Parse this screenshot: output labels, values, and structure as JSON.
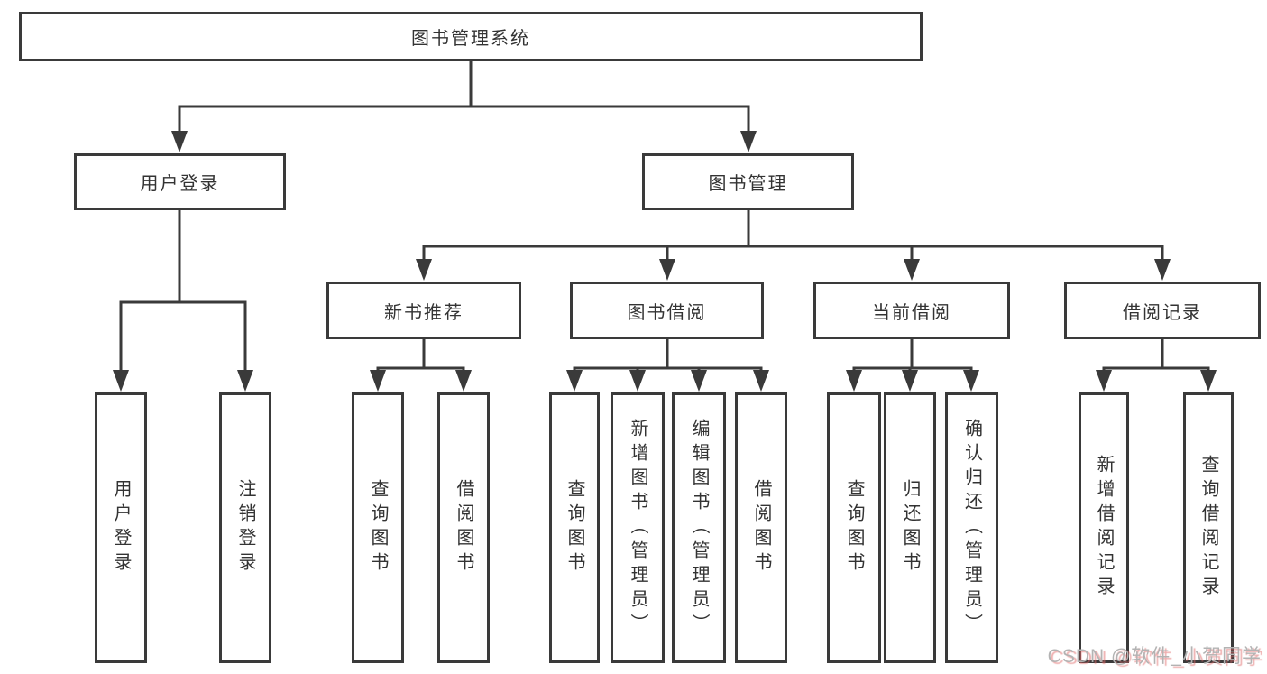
{
  "nodes": {
    "root": "图书管理系统",
    "user_login": "用户登录",
    "book_management": "图书管理",
    "new_book_recommendation": "新书推荐",
    "book_borrowing": "图书借阅",
    "current_borrowing": "当前借阅",
    "borrowing_records": "借阅记录",
    "leaf_user_login": "用户登录",
    "leaf_logout": "注销登录",
    "leaf_query_books_recommend": "查询图书",
    "leaf_borrow_books_recommend": "借阅图书",
    "leaf_query_books_borrowing": "查询图书",
    "leaf_add_books_admin": "新增图书（管理员）",
    "leaf_edit_books_admin": "编辑图书（管理员）",
    "leaf_borrow_books_borrowing": "借阅图书",
    "leaf_query_books_current": "查询图书",
    "leaf_return_books": "归还图书",
    "leaf_confirm_return_admin": "确认归还（管理员）",
    "leaf_add_borrow_record": "新增借阅记录",
    "leaf_query_borrow_record": "查询借阅记录"
  },
  "watermark": "CSDN @软件_小贺同学",
  "colors": {
    "line": "#3a3a3a",
    "text": "#333333",
    "watermark_gray": "#b3b3b3",
    "watermark_shadow": "#e06a6a"
  }
}
